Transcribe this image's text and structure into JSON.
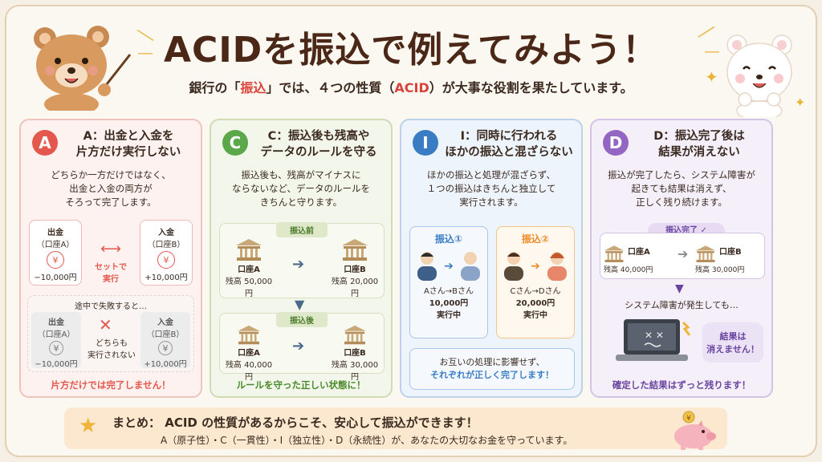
{
  "title": "ACIDを振込で例えてみよう！",
  "subtitle": {
    "pre": "銀行の「",
    "highlight1": "振込",
    "mid": "」では、４つの性質（",
    "highlight2": "ACID",
    "post": "）が大事な役割を果たしています。"
  },
  "panelA": {
    "letter": "A",
    "title1": "A：出金と入金を",
    "title2": "片方だけ実行しない",
    "desc1": "どちらか一方だけではなく、",
    "desc2": "出金と入金の両方が",
    "desc3": "そろって完了します。",
    "left_label": "出金",
    "left_sub": "（口座A）",
    "left_amount": "−10,000円",
    "right_label": "入金",
    "right_sub": "（口座B）",
    "right_amount": "+10,000円",
    "set1": "セットで",
    "set2": "実行",
    "fail_title": "途中で失敗すると…",
    "fail_left_label": "出金",
    "fail_left_sub": "（口座A）",
    "fail_left_amount": "−10,000円",
    "fail_right_label": "入金",
    "fail_right_sub": "（口座B）",
    "fail_right_amount": "+10,000円",
    "fail_mid1": "どちらも",
    "fail_mid2": "実行されない",
    "footer": "片方だけでは完了しません！",
    "yen": "¥"
  },
  "panelC": {
    "letter": "C",
    "title1": "C：振込後も残高や",
    "title2": "データのルールを守る",
    "desc1": "振込後も、残高がマイナスに",
    "desc2": "ならないなど、データのルールを",
    "desc3": "きちんと守ります。",
    "before": "振込前",
    "after": "振込後",
    "acctA": "口座A",
    "acctB": "口座B",
    "before_A": "残高 50,000円",
    "before_B": "残高 20,000円",
    "after_A": "残高 40,000円",
    "after_B": "残高 30,000円",
    "footer": "ルールを守った正しい状態に！",
    "bank": "BANK"
  },
  "panelI": {
    "letter": "I",
    "title1": "I：同時に行われる",
    "title2": "ほかの振込と混ざらない",
    "desc1": "ほかの振込と処理が混ざらず、",
    "desc2": "１つの振込はきちんと独立して",
    "desc3": "実行されます。",
    "t1_label": "振込①",
    "t1_who": "Aさん→Bさん",
    "t1_amount": "10,000円",
    "t1_status": "実行中",
    "t2_label": "振込②",
    "t2_who": "Cさん→Dさん",
    "t2_amount": "20,000円",
    "t2_status": "実行中",
    "footer1": "お互いの処理に影響せず、",
    "footer2": "それぞれが正しく完了します！"
  },
  "panelD": {
    "letter": "D",
    "title1": "D：振込完了後は",
    "title2": "結果が消えない",
    "desc1": "振込が完了したら、システム障害が",
    "desc2": "起きても結果は消えず、",
    "desc3": "正しく残り続けます。",
    "done": "振込完了",
    "acctA": "口座A",
    "acctB": "口座B",
    "balA": "残高 40,000円",
    "balB": "残高 30,000円",
    "failure": "システム障害が発生しても…",
    "bubble1": "結果は",
    "bubble2": "消えません！",
    "footer": "確定した結果はずっと残ります！",
    "bank": "BANK"
  },
  "summary": {
    "line1": "まとめ：  ACID の性質があるからこそ、安心して振込ができます！",
    "line2": "A（原子性）・C（一貫性）・I（独立性）・D（永続性）が、あなたの大切なお金を守っています。"
  },
  "colors": {
    "red": "#e4574c",
    "green": "#5aa84a",
    "blue": "#3a7cc4",
    "purple": "#9366c4",
    "orange": "#f08a24"
  }
}
